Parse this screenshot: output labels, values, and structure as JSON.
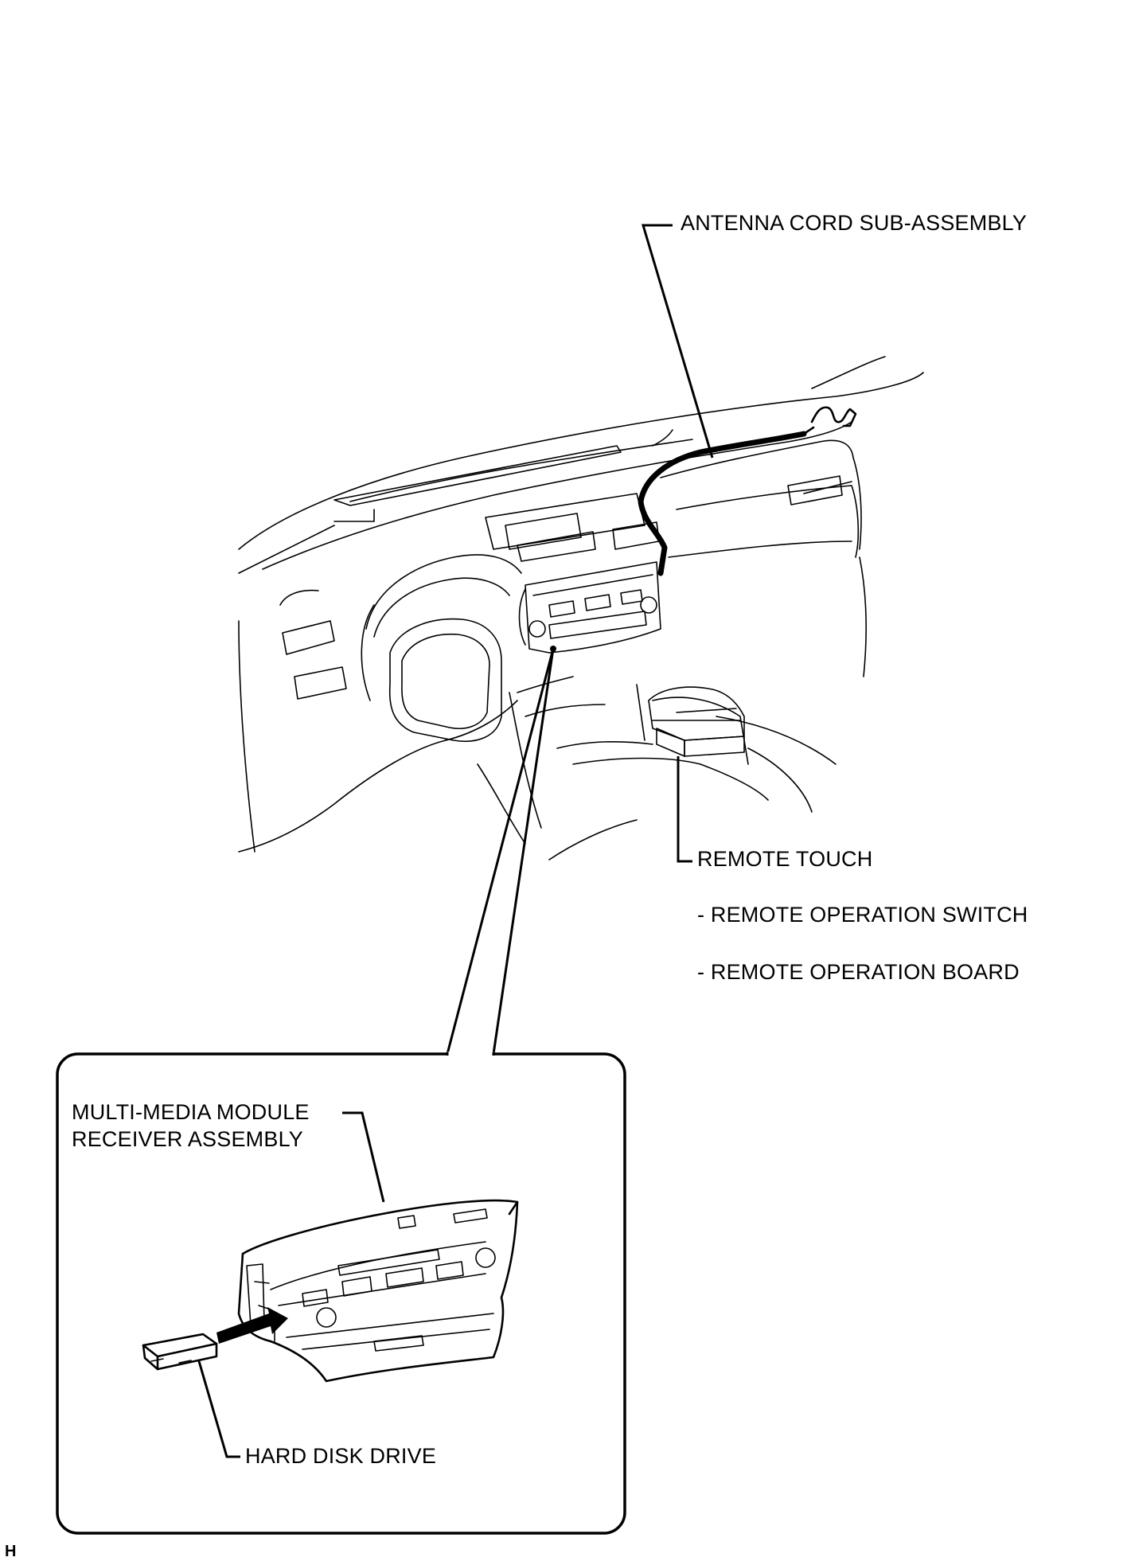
{
  "labels": {
    "antenna_cord": "ANTENNA CORD SUB-ASSEMBLY",
    "remote_touch": "REMOTE TOUCH",
    "remote_operation_switch": "- REMOTE OPERATION SWITCH",
    "remote_operation_board": "- REMOTE OPERATION BOARD",
    "multimedia_line1": "MULTI-MEDIA MODULE",
    "multimedia_line2": "RECEIVER ASSEMBLY",
    "hard_disk_drive": "HARD DISK DRIVE"
  },
  "footer": {
    "code": "H"
  }
}
